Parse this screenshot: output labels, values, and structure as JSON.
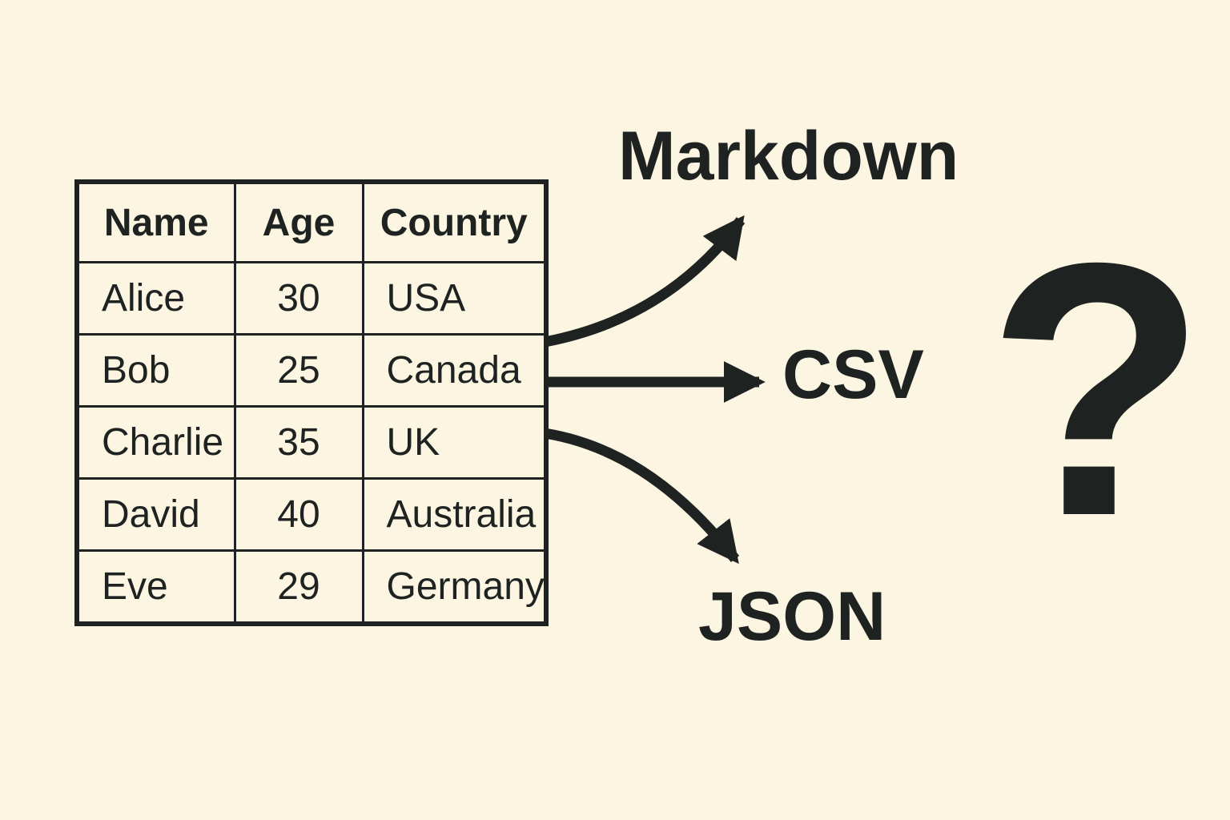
{
  "diagram": {
    "background_color": "#FBF5E2",
    "ink_color": "#1E2220",
    "table": {
      "headers": [
        "Name",
        "Age",
        "Country"
      ],
      "rows": [
        [
          "Alice",
          "30",
          "USA"
        ],
        [
          "Bob",
          "25",
          "Canada"
        ],
        [
          "Charlie",
          "35",
          "UK"
        ],
        [
          "David",
          "40",
          "Australia"
        ],
        [
          "Eve",
          "29",
          "Germany"
        ]
      ]
    },
    "outputs": [
      {
        "label": "Markdown"
      },
      {
        "label": "CSV"
      },
      {
        "label": "JSON"
      }
    ],
    "question_mark": "?"
  }
}
